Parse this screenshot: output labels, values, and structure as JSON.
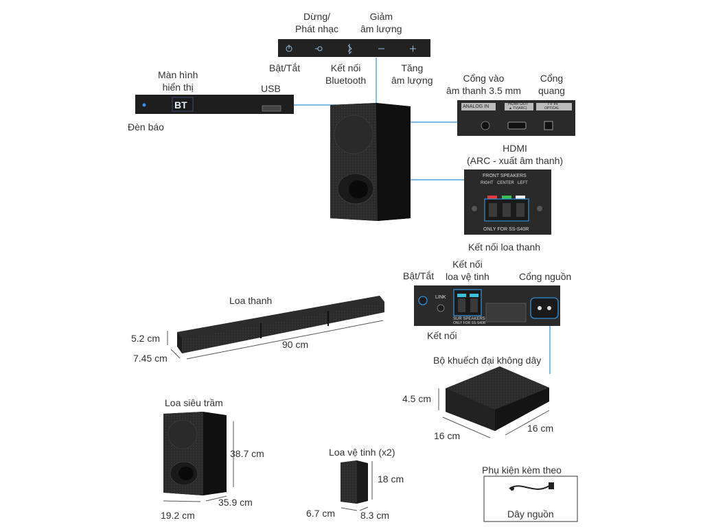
{
  "top_panel": {
    "pause_play": "Dừng/\nPhát nhạc",
    "vol_down": "Giảm\nâm lượng",
    "power": "Bật/Tắt",
    "bluetooth": "Kết nối\nBluetooth",
    "vol_up": "Tăng\nâm lượng"
  },
  "display_panel": {
    "display": "Màn hình\nhiển thị",
    "display_text": "BT",
    "usb": "USB",
    "indicator": "Đèn báo"
  },
  "rear_ports": {
    "analog": "Cổng vào\nâm thanh 3.5 mm",
    "optical": "Cổng\nquang",
    "hdmi": "HDMI\n(ARC - xuất âm thanh)",
    "analog_print": "ANALOG IN",
    "hdmi_print": "HDMI OUT",
    "hdmi_print2": "▲ TV(ARC)",
    "optical_print": "TV IN",
    "optical_print2": "OPTICAL"
  },
  "front_speakers": {
    "label": "Kết nối loa thanh",
    "print_title": "FRONT SPEAKERS",
    "print_right": "RIGHT",
    "print_center": "CENTER",
    "print_left": "LEFT",
    "print_only": "ONLY FOR SS-S40R"
  },
  "amp_rear": {
    "power": "Bật/Tắt",
    "satellite": "Kết nối\nloa vệ tinh",
    "power_port": "Cổng nguồn",
    "link": "Kết nối",
    "link_print": "LINK",
    "sur_print": "SUR SPEAKERS",
    "sur_print2": "ONLY FOR SS-S40R"
  },
  "soundbar": {
    "title": "Loa thanh",
    "height": "5.2 cm",
    "depth": "7.45 cm",
    "width": "90 cm"
  },
  "amplifier": {
    "title": "Bộ khuếch đại không dây",
    "height": "4.5 cm",
    "width": "16 cm",
    "depth": "16 cm"
  },
  "subwoofer": {
    "title": "Loa siêu trầm",
    "height": "38.7 cm",
    "depth": "35.9 cm",
    "width": "19.2 cm"
  },
  "satellite": {
    "title": "Loa vệ tinh (x2)",
    "height": "18 cm",
    "width": "6.7 cm",
    "depth": "8.3 cm"
  },
  "accessory": {
    "title": "Phụ kiện kèm theo",
    "item": "Dây nguồn"
  },
  "colors": {
    "connector": "#2f8fd8",
    "device": "#1e1e1e",
    "panel": "#2a2a2a"
  }
}
